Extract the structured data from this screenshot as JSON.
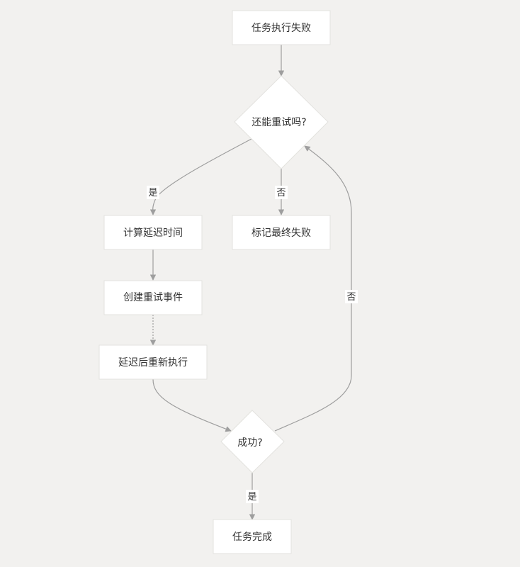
{
  "nodes": {
    "task_failed": "任务执行失败",
    "can_retry": "还能重试吗?",
    "calc_delay": "计算延迟时间",
    "mark_final_failure": "标记最终失败",
    "create_retry_event": "创建重试事件",
    "delay_reexecute": "延迟后重新执行",
    "success_check": "成功?",
    "task_complete": "任务完成"
  },
  "edge_labels": {
    "retry_yes": "是",
    "retry_no": "否",
    "success_no": "否",
    "success_yes": "是"
  },
  "colors": {
    "background": "#f2f1ef",
    "node_fill": "#ffffff",
    "node_stroke": "#e3e2df",
    "edge": "#9e9e9e",
    "text": "#333333"
  }
}
